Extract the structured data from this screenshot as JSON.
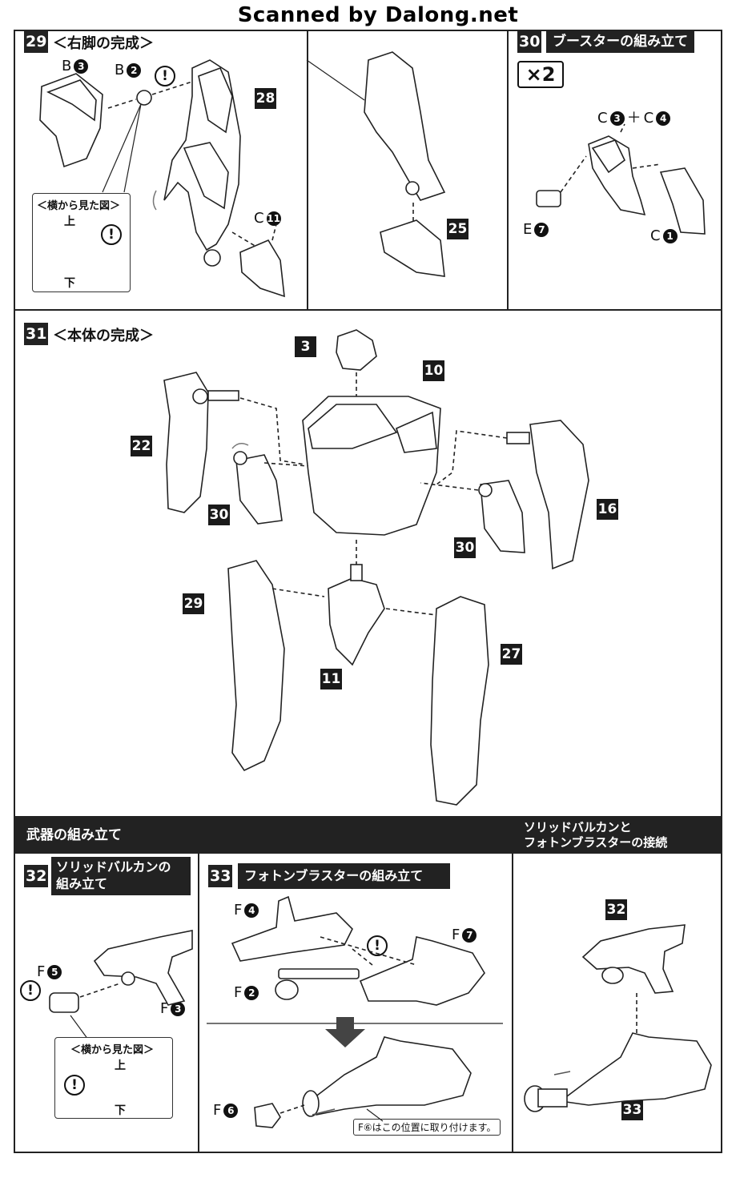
{
  "watermark": "Scanned by Dalong.net",
  "step29": {
    "num": "29",
    "title": "＜右脚の完成＞",
    "b3": "B",
    "b3n": "3",
    "b2": "B",
    "b2n": "2",
    "sub_ref": "28",
    "c11": "C",
    "c11n": "11",
    "side_title": "＜横から見た図＞",
    "top": "上",
    "bottom": "下",
    "right_ref": "25"
  },
  "step30": {
    "num": "30",
    "title": "ブースターの組み立て",
    "qty": "×2",
    "c3": "C",
    "c3n": "3",
    "plus": "＋",
    "c4": "C",
    "c4n": "4",
    "e7": "E",
    "e7n": "7",
    "c1": "C",
    "c1n": "1"
  },
  "step31": {
    "num": "31",
    "title": "＜本体の完成＞",
    "refs": [
      "3",
      "10",
      "22",
      "30",
      "16",
      "30",
      "29",
      "11",
      "27"
    ]
  },
  "weapons": {
    "header": "武器の組み立て",
    "connect_line1": "ソリッドバルカンと",
    "connect_line2": "フォトンブラスターの接続",
    "connect_refs": [
      "32",
      "33"
    ]
  },
  "step32": {
    "num": "32",
    "title_line1": "ソリッドバルカンの",
    "title_line2": "組み立て",
    "f5": "F",
    "f5n": "5",
    "f3": "F",
    "f3n": "3",
    "side_title": "＜横から見た図＞",
    "top": "上",
    "bottom": "下"
  },
  "step33": {
    "num": "33",
    "title": "フォトンブラスターの組み立て",
    "f4": "F",
    "f4n": "4",
    "f2": "F",
    "f2n": "2",
    "f7": "F",
    "f7n": "7",
    "f6": "F",
    "f6n": "6",
    "note": "F⑥はこの位置に取り付けます。"
  },
  "warning_mark": "!"
}
